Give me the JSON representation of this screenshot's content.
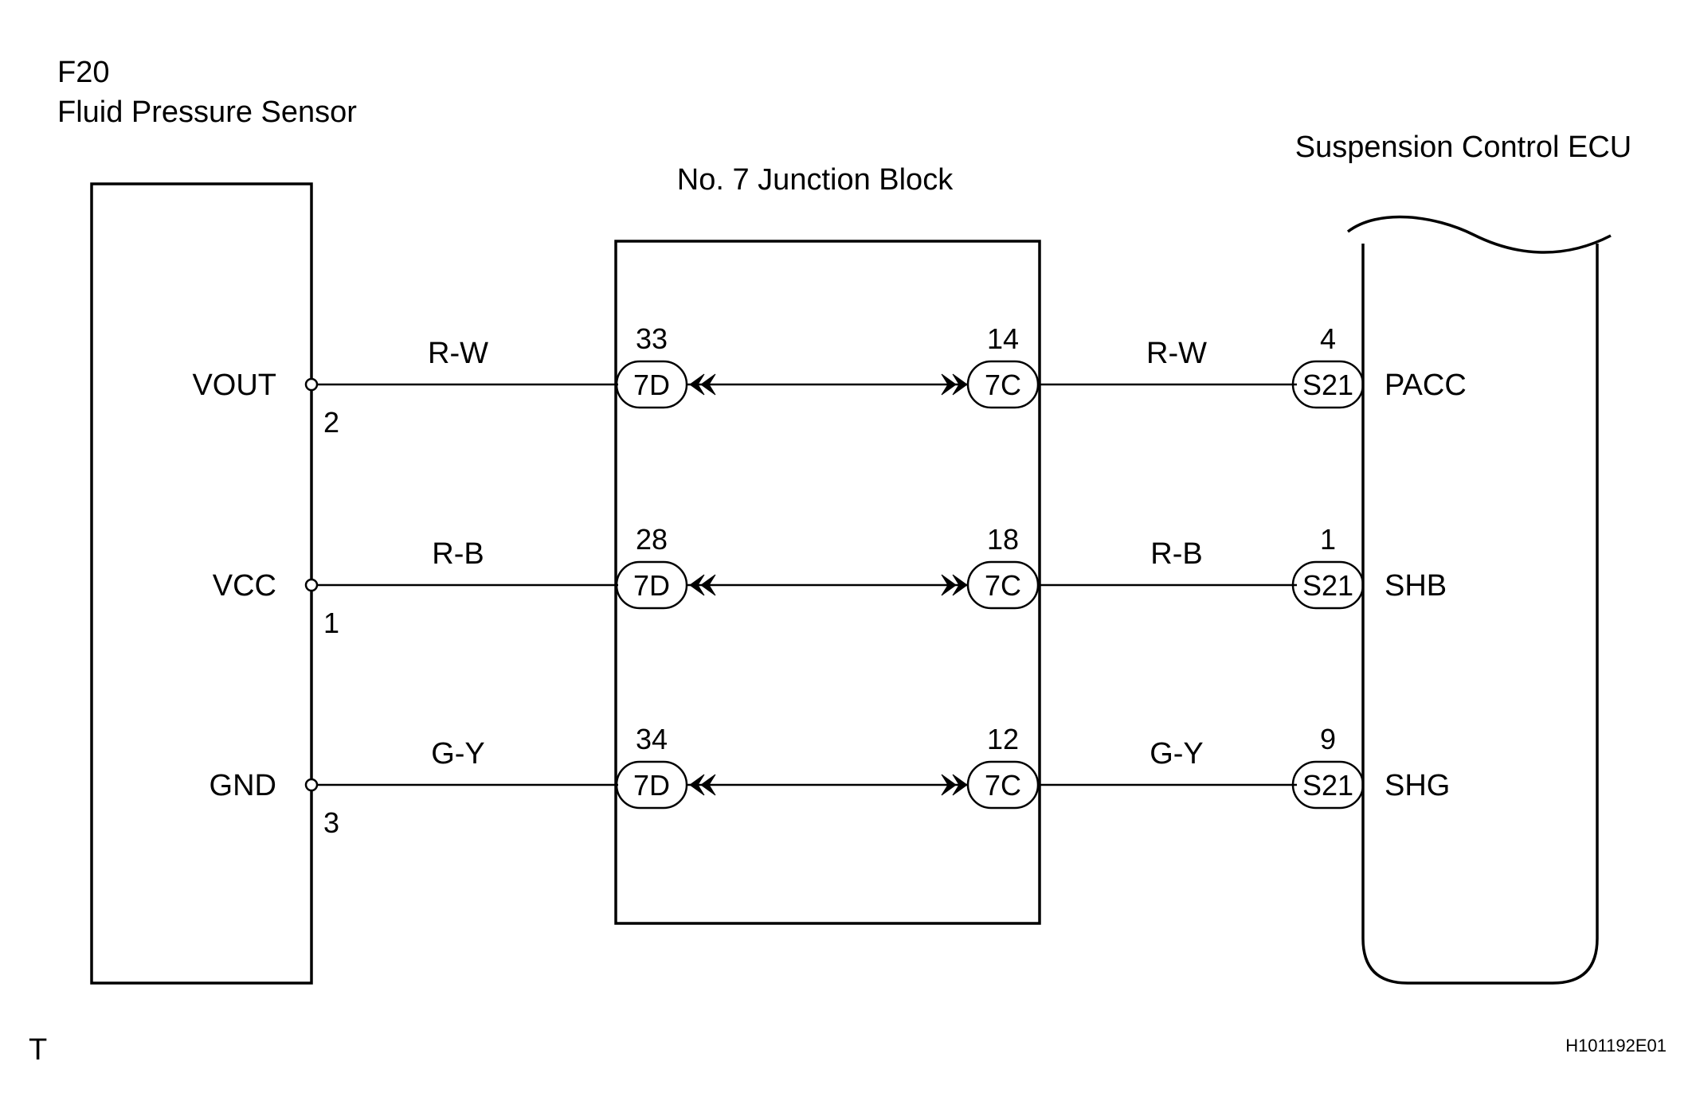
{
  "sensor": {
    "code": "F20",
    "name": "Fluid Pressure Sensor",
    "terminals": [
      {
        "name": "VOUT",
        "pin": "2"
      },
      {
        "name": "VCC",
        "pin": "1"
      },
      {
        "name": "GND",
        "pin": "3"
      }
    ]
  },
  "junction_block": {
    "name": "No. 7 Junction Block",
    "left_connector": "7D",
    "right_connector": "7C"
  },
  "ecu": {
    "name": "Suspension Control ECU",
    "connector": "S21"
  },
  "circuits": [
    {
      "wire_left": "R-W",
      "jb_left_pin": "33",
      "jb_right_pin": "14",
      "wire_right": "R-W",
      "ecu_pin": "4",
      "ecu_terminal": "PACC"
    },
    {
      "wire_left": "R-B",
      "jb_left_pin": "28",
      "jb_right_pin": "18",
      "wire_right": "R-B",
      "ecu_pin": "1",
      "ecu_terminal": "SHB"
    },
    {
      "wire_left": "G-Y",
      "jb_left_pin": "34",
      "jb_right_pin": "12",
      "wire_right": "G-Y",
      "ecu_pin": "9",
      "ecu_terminal": "SHG"
    }
  ],
  "corner_mark": "T",
  "figure_code": "H101192E01"
}
